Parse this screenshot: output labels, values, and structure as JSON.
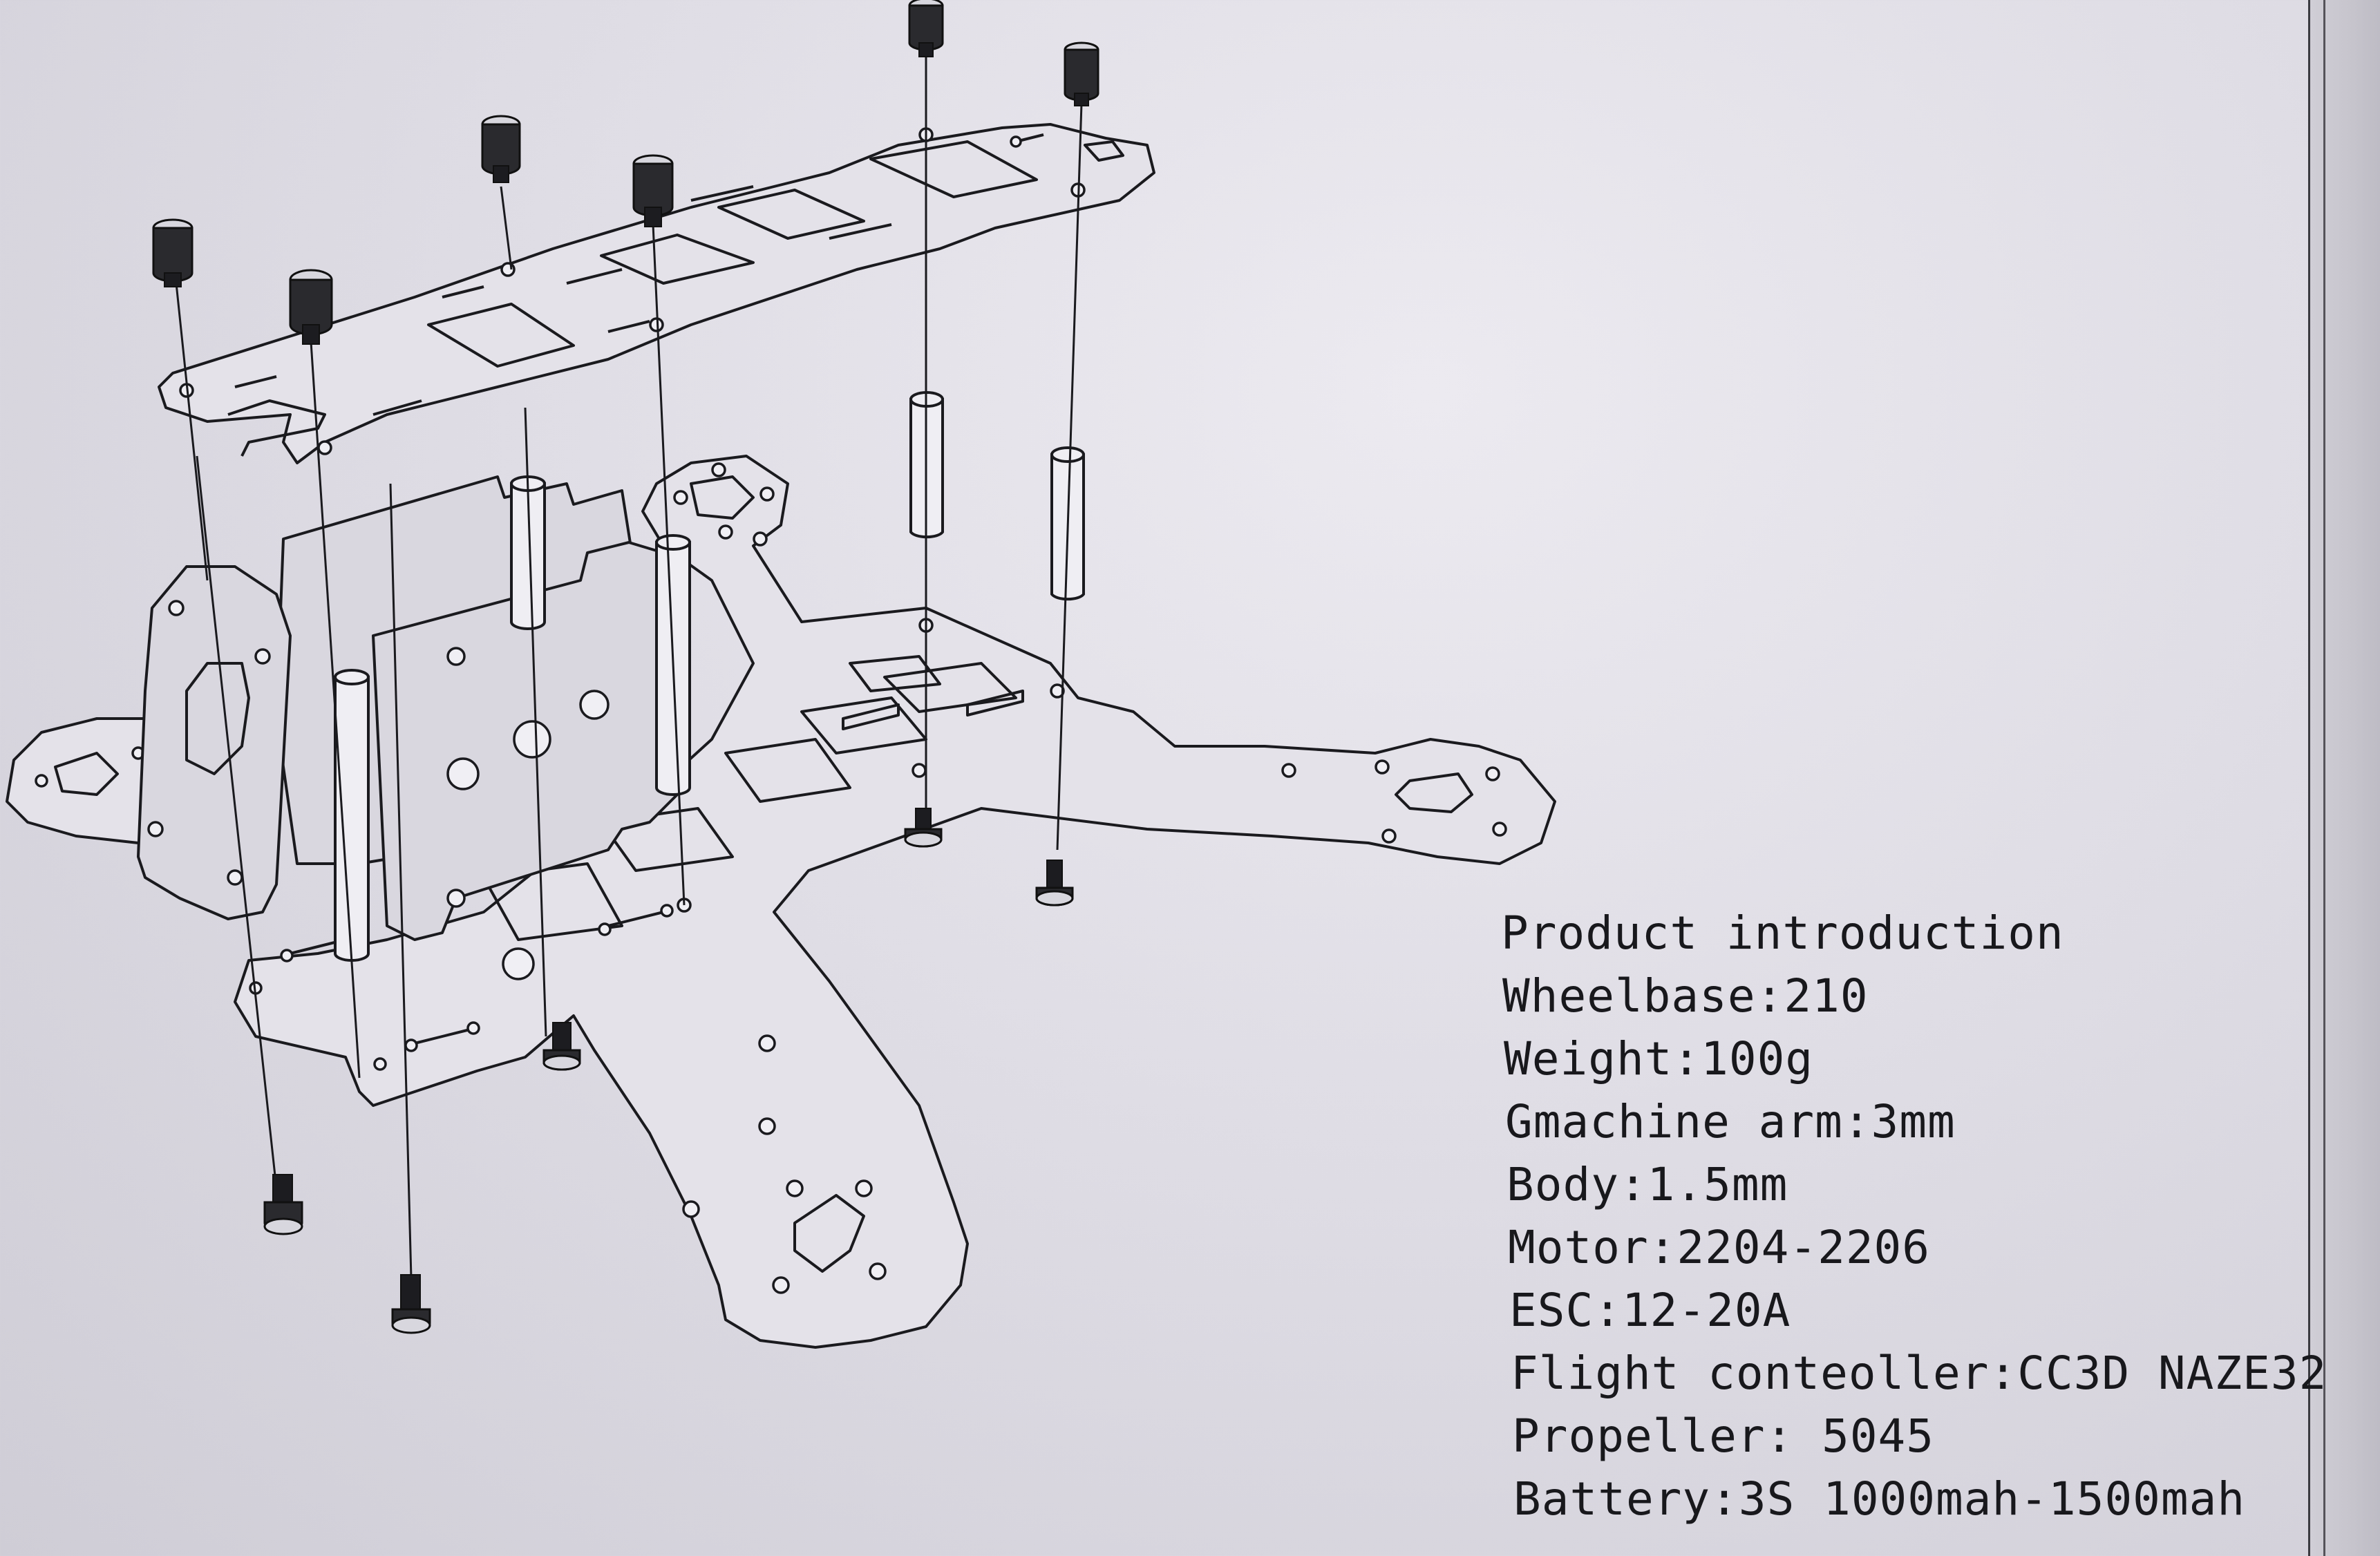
{
  "spec_sheet": {
    "heading": "Product introduction",
    "lines": [
      "Wheelbase:210",
      "Weight:100g",
      "Gmachine arm:3mm",
      "Body:1.5mm",
      "Motor:2204-2206",
      "ESC:12-20A",
      "Flight conteoller:CC3D NAZE32",
      "Propeller: 5045",
      "Battery:3S 1000mah-1500mah"
    ]
  },
  "diagram": {
    "subject": "exploded quadcopter frame",
    "parts": [
      "top-plate",
      "bottom-frame",
      "camera-side-plates",
      "standoffs",
      "screws"
    ]
  },
  "colors": {
    "paper": "#dfdde5",
    "ink": "#1a1a1e"
  }
}
